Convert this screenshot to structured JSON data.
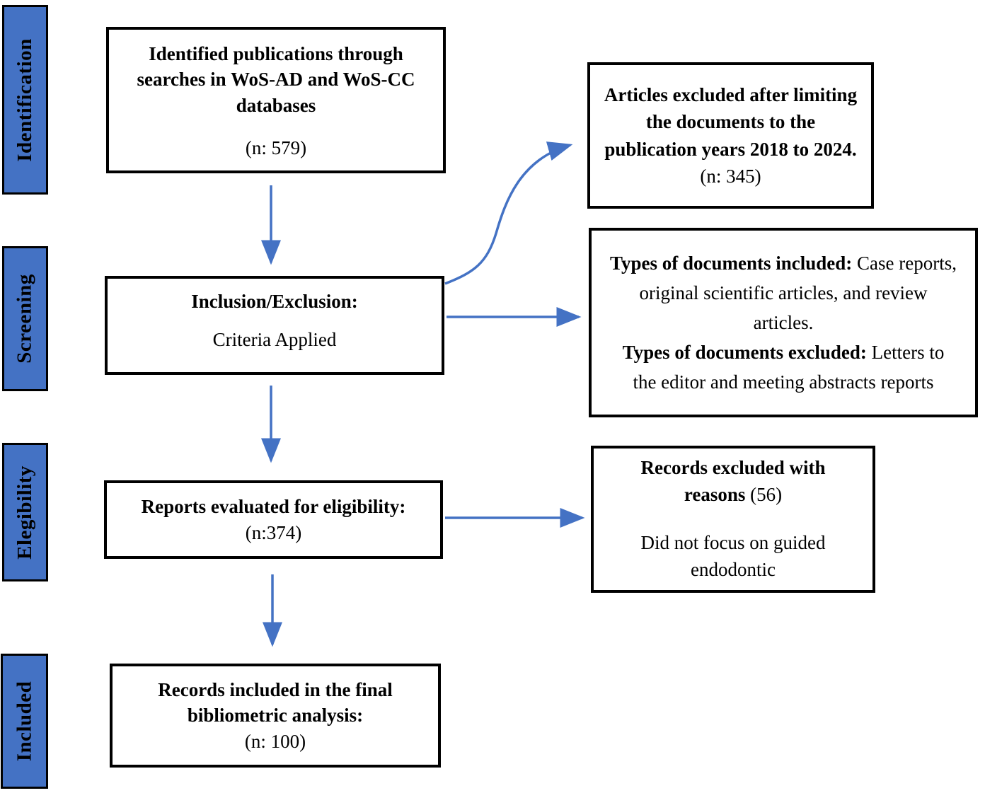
{
  "colors": {
    "accent": "#4472C4",
    "arrow": "#4472C4",
    "border": "#000000",
    "box_bg": "#ffffff",
    "page_bg": "#ffffff"
  },
  "stages": [
    {
      "label": "Identification"
    },
    {
      "label": "Screening"
    },
    {
      "label": "Elegibility"
    },
    {
      "label": "Included"
    }
  ],
  "main_boxes": [
    {
      "title": "Identified publications through searches in WoS-AD and WoS-CC databases",
      "count": "(n: 579)"
    },
    {
      "title": "Inclusion/Exclusion:",
      "subtitle": "Criteria Applied"
    },
    {
      "title": "Reports evaluated for eligibility:",
      "count": "(n:374)"
    },
    {
      "title": "Records included in the final bibliometric analysis:",
      "count": "(n: 100)"
    }
  ],
  "side_boxes": [
    {
      "title": "Articles excluded after limiting the documents to the publication years 2018 to 2024.",
      "count": "(n: 345)"
    },
    {
      "included_label": "Types of documents included:",
      "included_text": " Case reports, original scientific articles, and review articles.",
      "excluded_label": "Types of documents excluded:",
      "excluded_text": " Letters to the editor and meeting abstracts reports"
    },
    {
      "title": "Records excluded with reasons",
      "count": " (56)",
      "note": "Did not focus on guided endodontic"
    }
  ]
}
